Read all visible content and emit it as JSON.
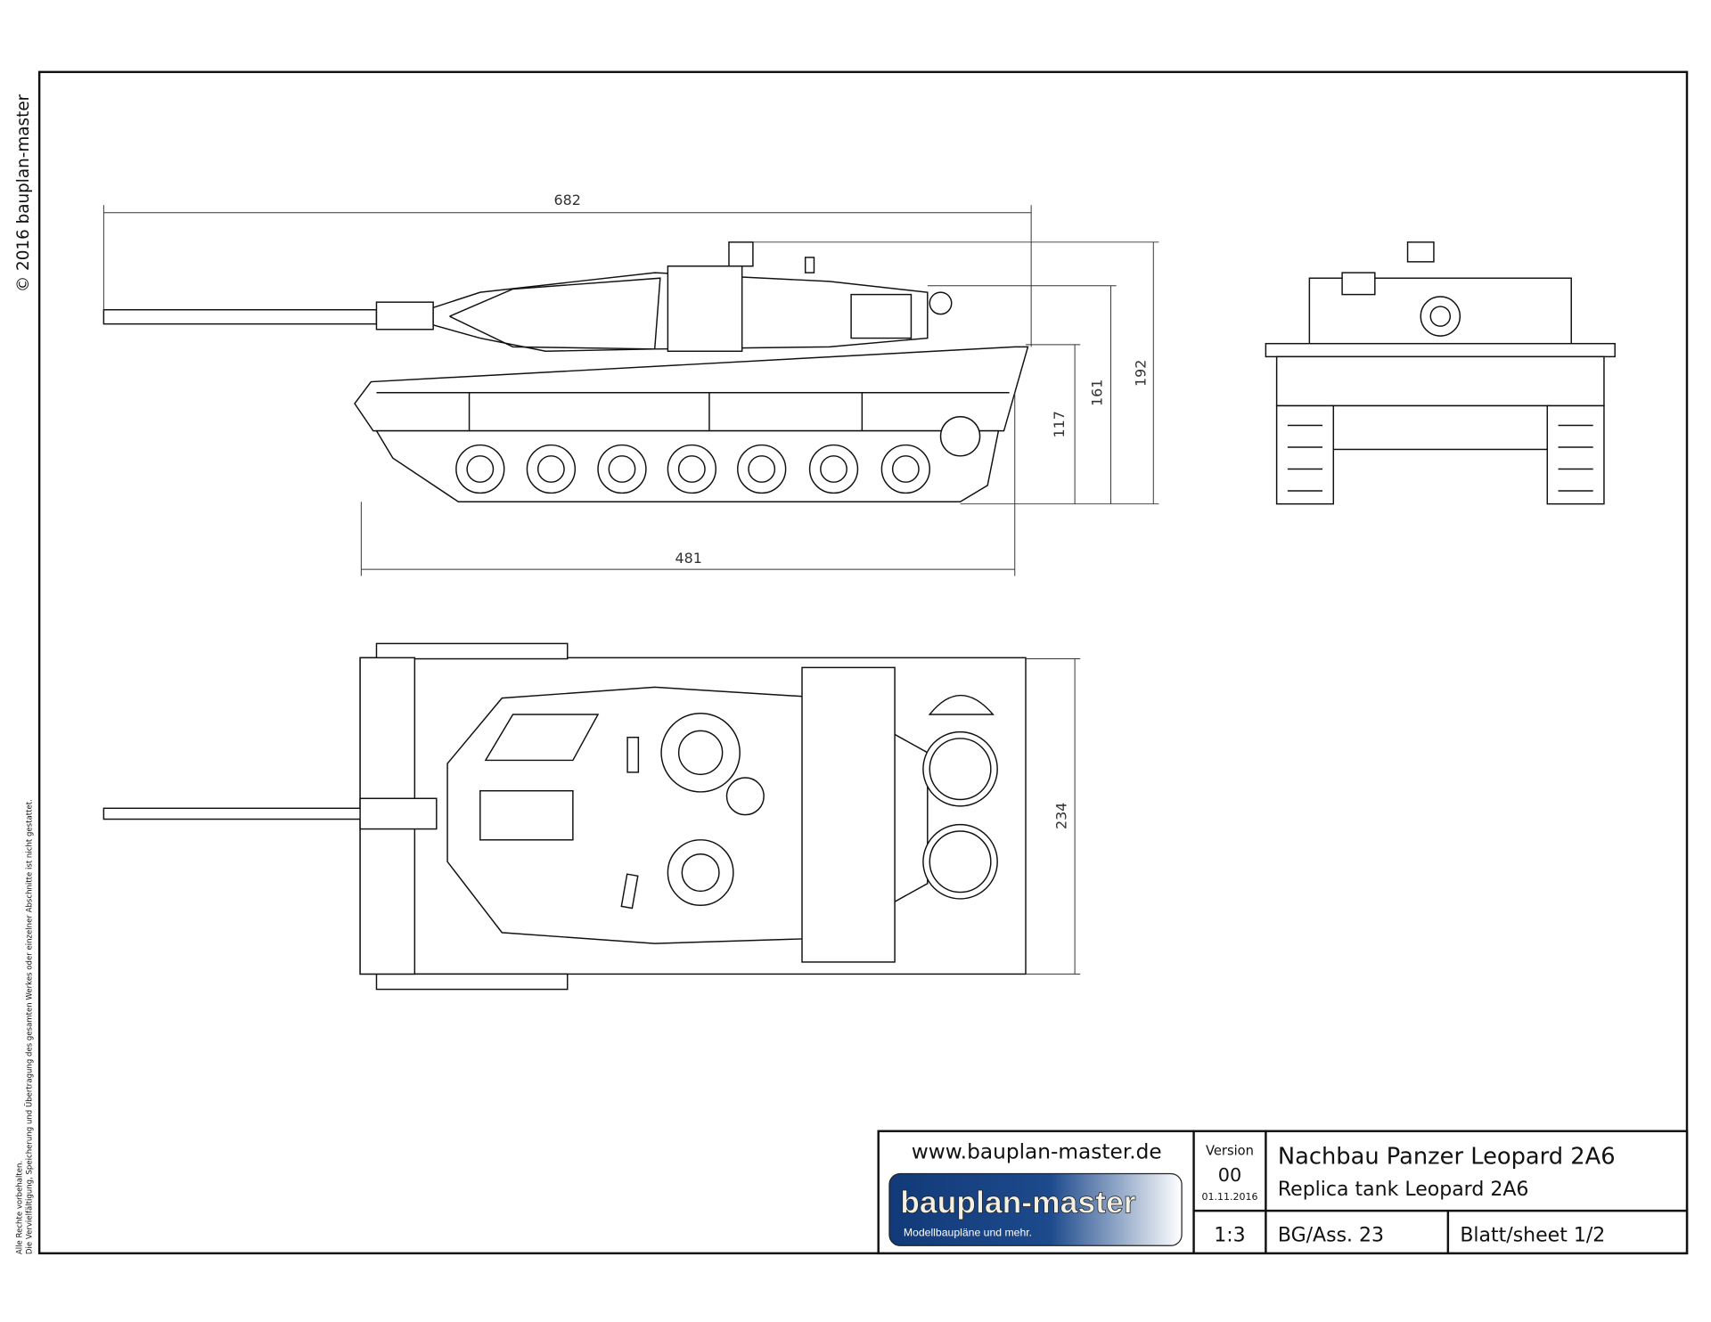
{
  "copyright": "© 2016 bauplan-master",
  "rights_notice": {
    "line1": "Alle Rechte vorbehalten.",
    "line2": "Die Vervielfältigung, Speicherung und Übertragung des gesamten Werkes oder einzelner Abschnitte ist nicht gestattet."
  },
  "dimensions": {
    "overall_length": "682",
    "hull_length": "481",
    "hull_height": "117",
    "turret_height": "161",
    "total_height": "192",
    "width": "234"
  },
  "title_block": {
    "website": "www.bauplan-master.de",
    "logo_text": "bauplan-master",
    "logo_tagline": "Modellbaupläne und mehr.",
    "version_label": "Version",
    "version": "00",
    "date": "01.11.2016",
    "title_de": "Nachbau Panzer Leopard 2A6",
    "title_en": "Replica tank Leopard 2A6",
    "scale": "1:3",
    "assembly": "BG/Ass. 23",
    "sheet": "Blatt/sheet 1/2"
  },
  "colors": {
    "logo_blue": "#1d4a8c"
  }
}
